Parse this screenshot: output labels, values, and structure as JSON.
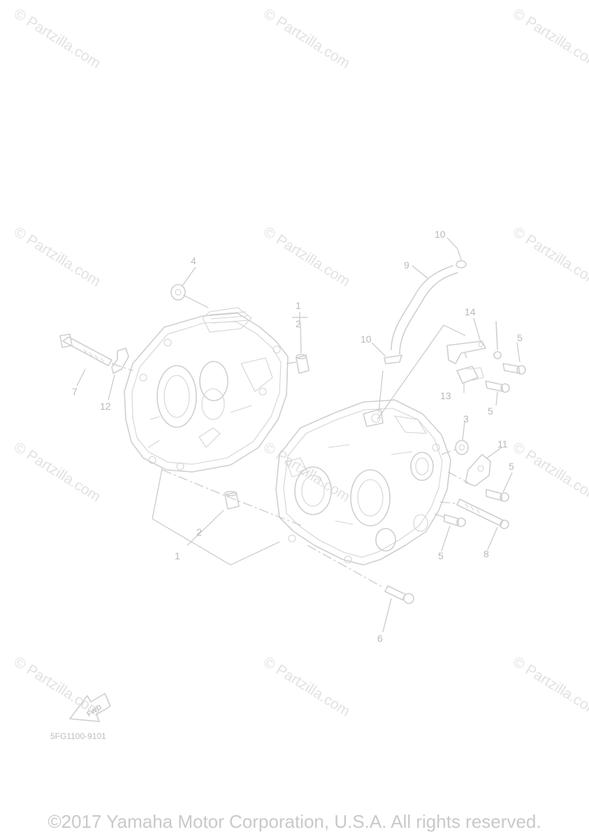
{
  "watermark": "© Partzilla.com",
  "part_code": "5FG1100-9101",
  "fwd_label": "FWD",
  "copyright": "©2017 Yamaha Motor Corporation, U.S.A. All rights reserved.",
  "callouts": {
    "c1a": "1",
    "c2a": "2",
    "c1b": "1",
    "c2b": "2",
    "c3": "3",
    "c4": "4",
    "c5a": "5",
    "c5b": "5",
    "c5c": "5",
    "c5d": "5",
    "c6": "6",
    "c7": "7",
    "c8": "8",
    "c9": "9",
    "c10a": "10",
    "c10b": "10",
    "c11": "11",
    "c12": "12",
    "c13": "13",
    "c14": "14"
  },
  "colors": {
    "line": "#cfcfcf",
    "text": "#b9b9b9",
    "watermark": "#e2e2e2"
  }
}
